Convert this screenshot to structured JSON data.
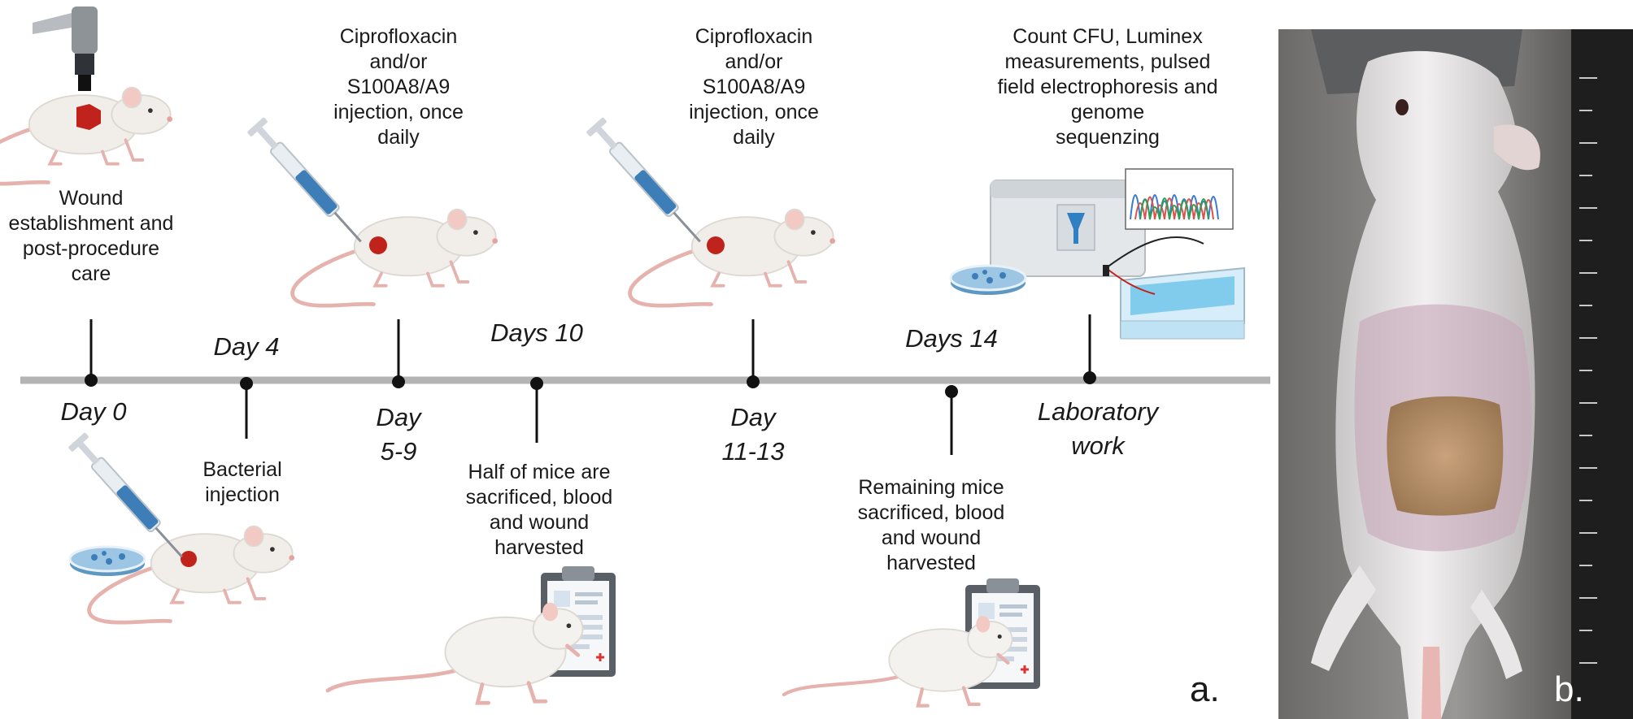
{
  "figure": {
    "panel_a_letter": "a.",
    "panel_b_letter": "b.",
    "timeline": {
      "events": [
        {
          "day": "Day 0",
          "description": [
            "Wound",
            "establishment and",
            "post-procedure",
            "care"
          ]
        },
        {
          "day": "Day 4",
          "description": [
            "Bacterial",
            "injection"
          ]
        },
        {
          "day": [
            "Day",
            "5-9"
          ],
          "description": [
            "Ciprofloxacin",
            "and/or",
            "S100A8/A9",
            "injection, once",
            "daily"
          ]
        },
        {
          "day": "Days 10",
          "description": [
            "Half of mice are",
            "sacrificed,  blood",
            "and wound",
            "harvested"
          ]
        },
        {
          "day": [
            "Day",
            "11-13"
          ],
          "description": [
            "Ciprofloxacin",
            "and/or",
            "S100A8/A9",
            "injection, once",
            "daily"
          ]
        },
        {
          "day": "Days 14",
          "description": [
            "Remaining mice",
            "sacrificed,  blood",
            "and wound",
            "harvested"
          ]
        },
        {
          "day": [
            "Laboratory",
            "work"
          ],
          "description": [
            "Count CFU,  Luminex",
            "measurements, pulsed",
            "field electrophoresis and",
            "genome",
            "sequenzing"
          ]
        }
      ]
    },
    "colors": {
      "timeline": "#b3b3b3",
      "marker": "#111111",
      "mouse_body": "#f1eeea",
      "mouse_pink": "#e6b2ad",
      "wound": "#c0231b",
      "syringe": "#3d7eb8",
      "petri": "#7fb2d8",
      "background": "#ffffff"
    },
    "icons": [
      "microscope-icon",
      "mouse-icon",
      "syringe-icon",
      "petri-dish-icon",
      "clipboard-icon",
      "sequencer-icon",
      "electrophoresis-icon"
    ]
  }
}
